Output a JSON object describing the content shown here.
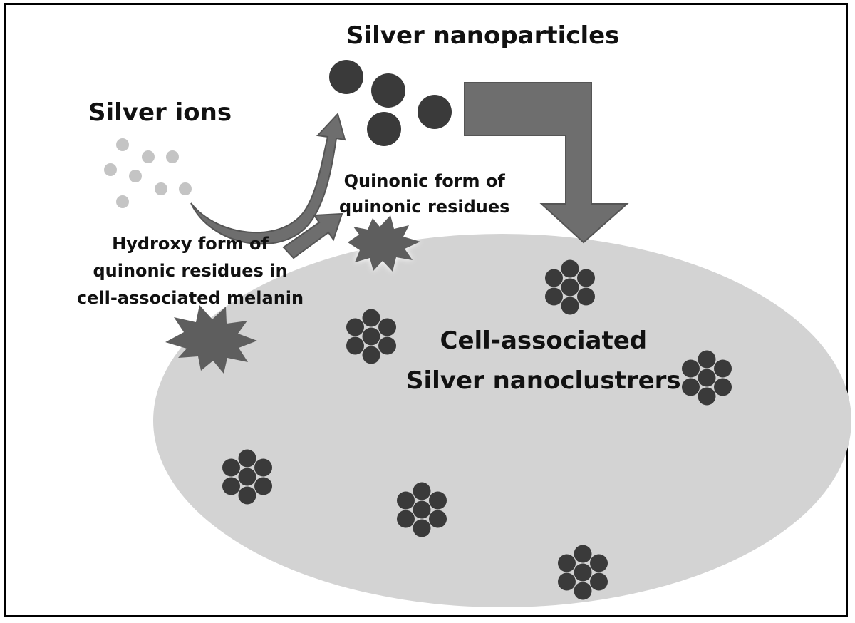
{
  "labels": {
    "silver_nanoparticles": "Silver nanoparticles",
    "silver_ions": "Silver ions",
    "quinonic_form_line1": "Quinonic form of",
    "quinonic_form_line2": "quinonic residues",
    "hydroxy_line1": "Hydroxy form of",
    "hydroxy_line2": "quinonic residues in",
    "hydroxy_line3": "cell-associated melanin",
    "cluster_line1": "Cell-associated",
    "cluster_line2": "Silver nanoclustrers"
  },
  "colors": {
    "cell_fill": "#d3d3d3",
    "particle": "#3a3a3a",
    "ion": "#c4c4c4",
    "arrow": "#6e6e6e",
    "star": "#5e5e5e"
  }
}
